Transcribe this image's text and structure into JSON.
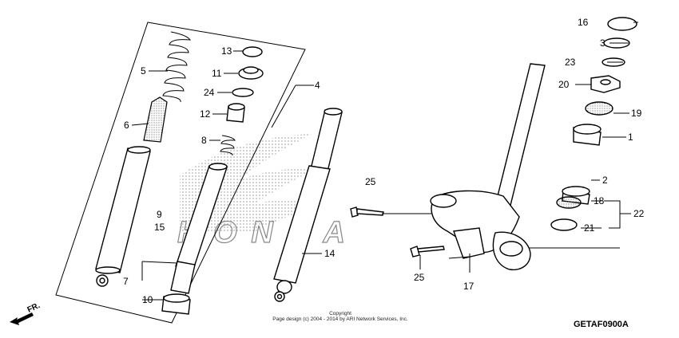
{
  "diagram": {
    "figure_code": "GETAF0900A",
    "copyright_line1": "Copyright",
    "copyright_line2": "Page design (c) 2004 - 2014 by ARI Network Services, Inc.",
    "direction_label": "FR.",
    "watermark": "HONDA"
  },
  "callouts": {
    "c1": "1",
    "c2": "2",
    "c3": "3",
    "c4": "4",
    "c5": "5",
    "c6": "6",
    "c7": "7",
    "c8": "8",
    "c9": "9",
    "c10": "10",
    "c11": "11",
    "c12": "12",
    "c13": "13",
    "c14": "14",
    "c15": "15",
    "c16": "16",
    "c17": "17",
    "c18": "18",
    "c19": "19",
    "c20": "20",
    "c21": "21",
    "c22": "22",
    "c23": "23",
    "c24": "24",
    "c25a": "25",
    "c25b": "25"
  }
}
